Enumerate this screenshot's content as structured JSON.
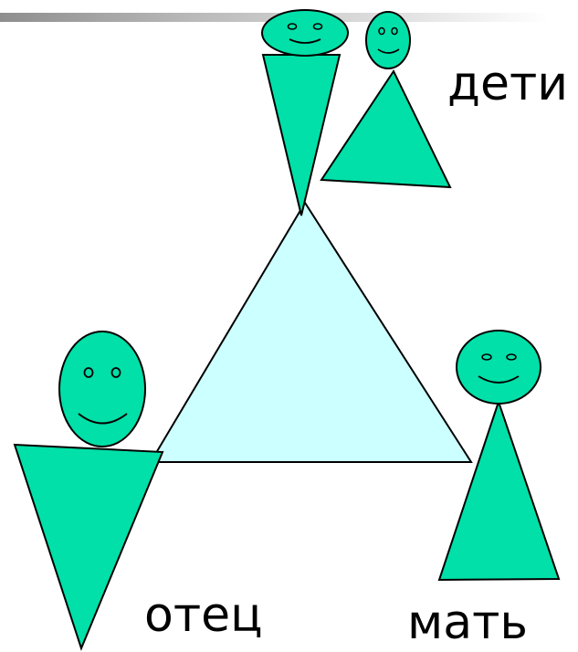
{
  "labels": {
    "children": "дети",
    "father": "отец",
    "mother": "мать"
  },
  "colors": {
    "figure_fill": "#00e0a8",
    "family_triangle_fill": "#ccffff",
    "outline": "#000000",
    "top_rule": "#9e9e9e"
  },
  "icons": {
    "face": "smiley-face-icon",
    "body_down": "inverted-triangle-body",
    "body_up": "triangle-body"
  }
}
